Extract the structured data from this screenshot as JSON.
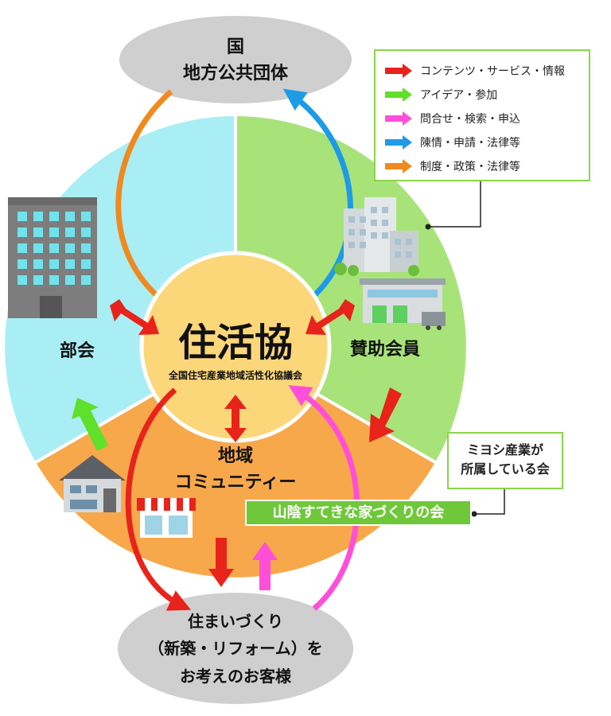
{
  "top_node": {
    "line1": "国",
    "line2": "地方公共団体"
  },
  "center": {
    "title": "住活協",
    "subtitle": "全国住宅産業地域活性化協議会"
  },
  "segments": {
    "left": "部会",
    "right": "賛助会員",
    "bottom_line1": "地域",
    "bottom_line2": "コミュニティー"
  },
  "bottom_node": {
    "line1": "住まいづくり",
    "line2": "（新築・リフォーム）を",
    "line3": "お考えのお客様"
  },
  "legend": [
    {
      "label": "コンテンツ・サービス・情報",
      "color": "#e8231b"
    },
    {
      "label": "アイデア・参加",
      "color": "#5fe02a"
    },
    {
      "label": "問合せ・検索・申込",
      "color": "#ff4fd8"
    },
    {
      "label": "陳情・申請・法律等",
      "color": "#1e9be6"
    },
    {
      "label": "制度・政策・法律等",
      "color": "#f08a1e"
    }
  ],
  "callout": {
    "line1": "ミヨシ産業が",
    "line2": "所属している会"
  },
  "highlight_label": "山陰すてきな家づくりの会",
  "colors": {
    "left_segment": "#a9eef5",
    "right_segment": "#a8e37a",
    "bottom_segment": "#f7a84a",
    "center": "#fcd77a",
    "node": "#cfcfcf"
  }
}
